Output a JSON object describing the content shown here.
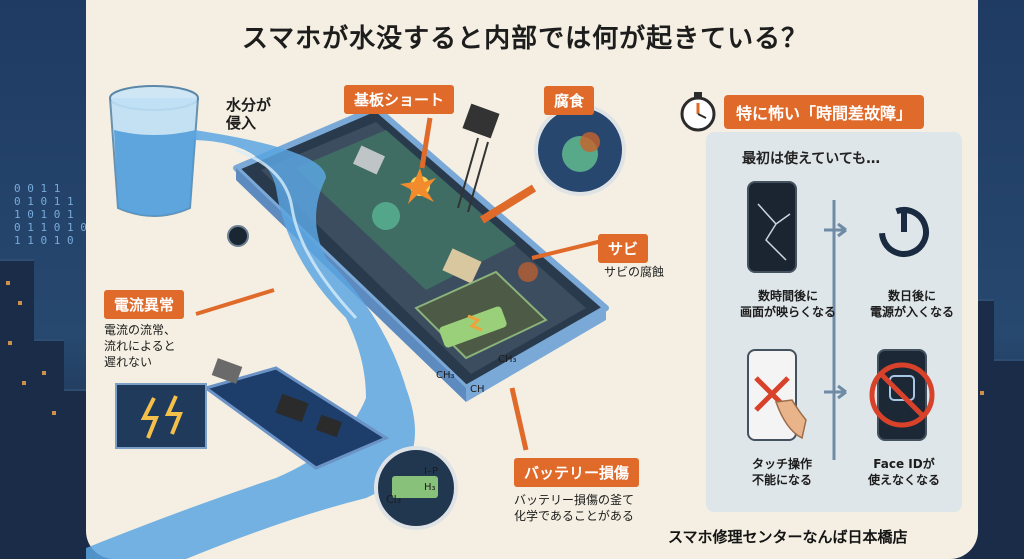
{
  "title": "スマホが水没すると内部では何が起きている？",
  "labels": {
    "water": "水分が\n侵入",
    "short": "基板ショート",
    "corrosion": "腐食",
    "rust": "サビ",
    "rust_desc": "サビの腐蝕",
    "current": "電流異常",
    "current_desc": "電流の流常、\n流れによると\n遲れない",
    "battery": "バッテリー損傷",
    "battery_desc": "バッテリー損傷の釜て\n化学であることがある"
  },
  "chem": {
    "ch3": "CH₃",
    "ch3b": "CH₃",
    "ch": "CH",
    "cl3": "Cl₃",
    "h3": "H₃",
    "ip": "I–P"
  },
  "delayed_failure": {
    "title": "特に怖い「時間差故障」",
    "subtitle": "最初は使えていても…",
    "items": [
      {
        "caption": "数時間後に\n画面が映らくなる"
      },
      {
        "caption": "数日後に\n電源が入くなる"
      },
      {
        "caption": "タッチ操作\n不能になる"
      },
      {
        "caption": "Face IDが\n使えなくなる"
      }
    ]
  },
  "binary": [
    "0 0 1 1",
    "0 1 0 1 1",
    "1 0 1 0 1",
    "0 1 1 0 1 0",
    "1 1 0 1 0"
  ],
  "footer": "スマホ修理センターなんば日本橋店",
  "colors": {
    "accent": "#e06a2a",
    "panel": "#f4efe2",
    "water": "#5aa6e0",
    "night": "#1d3452"
  }
}
